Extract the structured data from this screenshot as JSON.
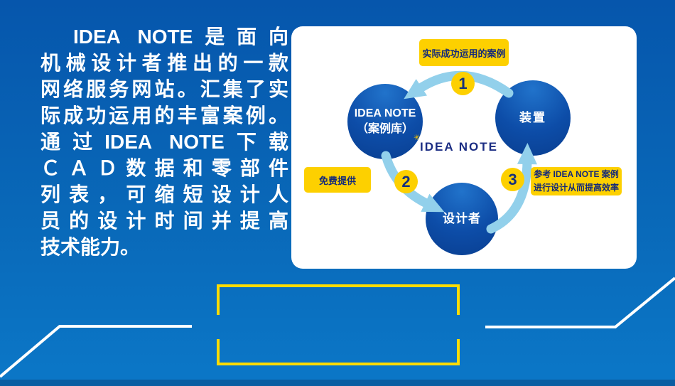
{
  "intro": {
    "lines": [
      "IDEA NOTE是面向",
      "机械设计者推出的一款",
      "网络服务网站。汇集了实",
      "际成功运用的丰富案例。",
      "通过IDEA NOTE下载",
      "ＣＡＤ数据和零部件",
      "列表，可缩短设计人",
      "员的设计时间并提高",
      "技术能力。"
    ]
  },
  "diagram": {
    "top_label": "实际成功运用的案例",
    "left_label": "免费提供",
    "right_label": [
      "参考 IDEA NOTE 案例",
      "进行设计从而提高效率"
    ],
    "nodes": {
      "library": [
        "IDEA NOTE",
        "（案例库）"
      ],
      "device": "装置",
      "designer": "设计者"
    },
    "steps": [
      "1",
      "2",
      "3"
    ],
    "logo_text": "IDEA NOTE"
  },
  "icons": {
    "sparkle": "✳"
  },
  "colors": {
    "background_top": "#0656ac",
    "background_bottom": "#0b76c6",
    "bottom_bar": "#0a5da2",
    "card": "#ffffff",
    "node_blue_top": "#2173cb",
    "node_blue_bottom": "#093e90",
    "label_yellow": "#fdd000",
    "label_text_navy": "#13297a",
    "arrow_light_blue": "#92d0eb",
    "logo_navy": "#1b2d83",
    "decor_yellow": "#ffdc00",
    "decor_white": "#ffffff"
  }
}
